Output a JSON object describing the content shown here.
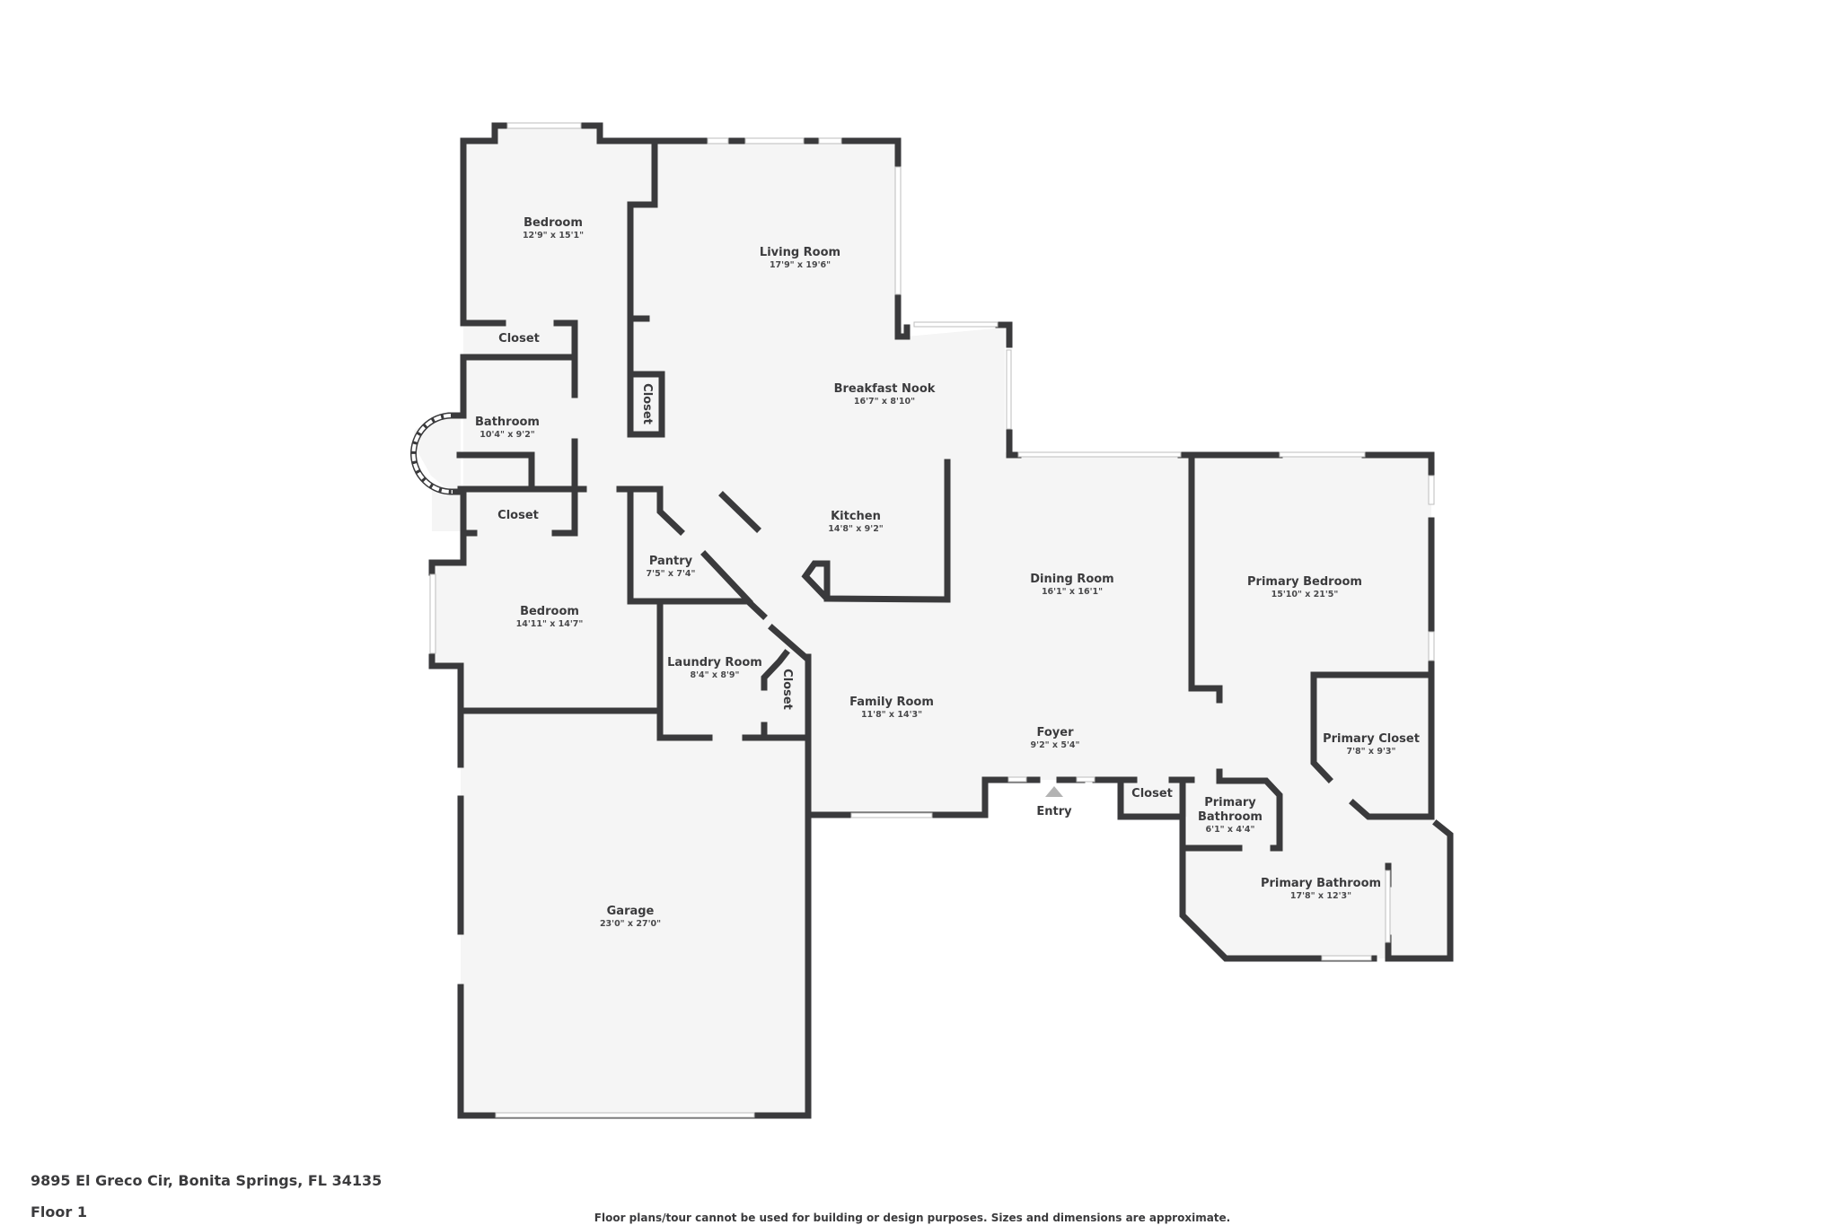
{
  "plan": {
    "floor_label": "Floor 1",
    "entry_label": "Entry",
    "colors": {
      "wall": "#3a3a3c",
      "floor": "#f5f5f5",
      "window": "#ffffff",
      "entry_arrow": "#b3b3b3",
      "text": "#3b3b3d"
    },
    "rooms": [
      {
        "id": "bedroom-1",
        "name": "Bedroom",
        "dims": "12'9\" x 15'1\""
      },
      {
        "id": "living-room",
        "name": "Living Room",
        "dims": "17'9\" x 19'6\""
      },
      {
        "id": "closet-1",
        "name": "Closet",
        "dims": ""
      },
      {
        "id": "closet-hall",
        "name": "Closet",
        "dims": ""
      },
      {
        "id": "breakfast-nook",
        "name": "Breakfast Nook",
        "dims": "16'7\" x 8'10\""
      },
      {
        "id": "bathroom",
        "name": "Bathroom",
        "dims": "10'4\" x 9'2\""
      },
      {
        "id": "closet-2",
        "name": "Closet",
        "dims": ""
      },
      {
        "id": "kitchen",
        "name": "Kitchen",
        "dims": "14'8\" x 9'2\""
      },
      {
        "id": "pantry",
        "name": "Pantry",
        "dims": "7'5\" x 7'4\""
      },
      {
        "id": "bedroom-2",
        "name": "Bedroom",
        "dims": "14'11\" x 14'7\""
      },
      {
        "id": "dining-room",
        "name": "Dining Room",
        "dims": "16'1\" x 16'1\""
      },
      {
        "id": "primary-bedroom",
        "name": "Primary Bedroom",
        "dims": "15'10\" x 21'5\""
      },
      {
        "id": "laundry-room",
        "name": "Laundry Room",
        "dims": "8'4\" x 8'9\""
      },
      {
        "id": "closet-laundry",
        "name": "Closet",
        "dims": ""
      },
      {
        "id": "family-room",
        "name": "Family Room",
        "dims": "11'8\" x 14'3\""
      },
      {
        "id": "foyer",
        "name": "Foyer",
        "dims": "9'2\" x 5'4\""
      },
      {
        "id": "primary-closet",
        "name": "Primary Closet",
        "dims": "7'8\" x 9'3\""
      },
      {
        "id": "closet-entry",
        "name": "Closet",
        "dims": ""
      },
      {
        "id": "primary-bathroom-small",
        "name": "Primary Bathroom",
        "dims": "6'1\" x 4'4\""
      },
      {
        "id": "primary-bathroom",
        "name": "Primary Bathroom",
        "dims": "17'8\" x 12'3\""
      },
      {
        "id": "garage",
        "name": "Garage",
        "dims": "23'0\" x 27'0\""
      }
    ]
  },
  "footer": {
    "address": "9895 El Greco Cir, Bonita Springs, FL 34135",
    "floor": "Floor 1",
    "disclaimer": "Floor plans/tour cannot be used for building or design purposes. Sizes and dimensions are approximate."
  }
}
